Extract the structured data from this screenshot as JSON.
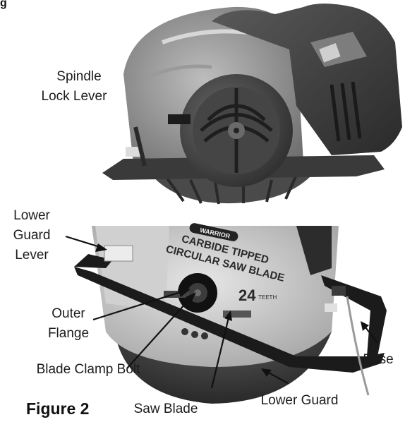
{
  "figure": {
    "top_fragment": "g",
    "caption": "Figure 2"
  },
  "labels": {
    "spindle_lock": [
      "Spindle",
      "Lock Lever"
    ],
    "lower_guard_lever": [
      "Lower",
      "Guard",
      "Lever"
    ],
    "outer_flange": [
      "Outer",
      "Flange"
    ],
    "blade_clamp_bolt": "Blade Clamp Bolt",
    "saw_blade": "Saw Blade",
    "lower_guard": "Lower Guard",
    "base": "Base"
  },
  "blade_text": {
    "brand": "WARRIOR",
    "line1": "CARBIDE TIPPED",
    "line2": "CIRCULAR SAW BLADE",
    "teeth_count": "24",
    "teeth_word": "TEETH"
  }
}
